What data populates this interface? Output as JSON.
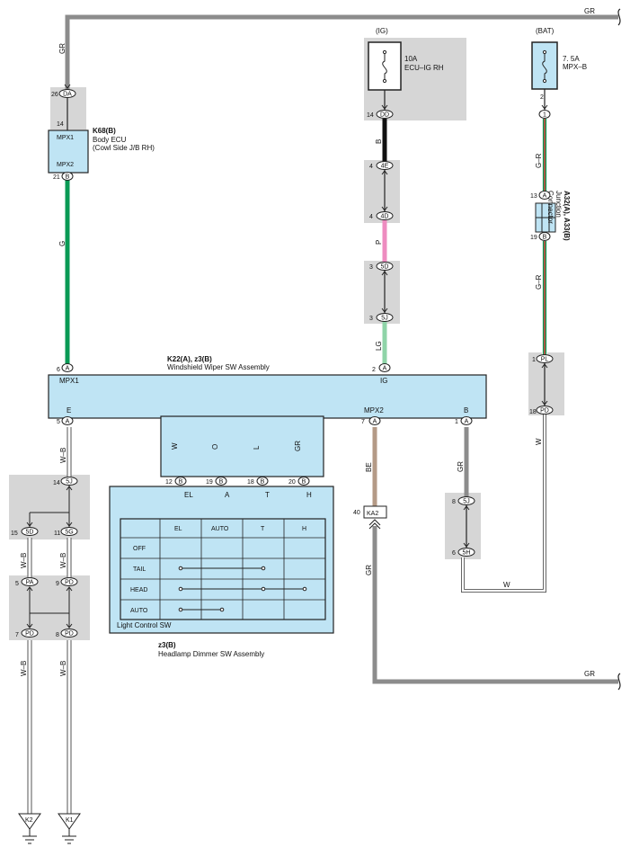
{
  "wire_labels": {
    "gr": "GR",
    "g": "G",
    "b": "B",
    "p": "P",
    "lg": "LG",
    "gr2": "G–R",
    "w": "W",
    "wb": "W–B",
    "be": "BE",
    "o": "O",
    "l": "L"
  },
  "power": {
    "ig_label": "(IG)",
    "ig_fuse": "10A",
    "ig_fuse_name": "ECU–IG RH",
    "bat_label": "(BAT)",
    "bat_fuse": "7. 5A",
    "bat_fuse_name": "MPX–B"
  },
  "body_ecu": {
    "code": "K68(B)",
    "name": "Body ECU",
    "location": "(Cowl Side J/B RH)",
    "mpx1": "MPX1",
    "mpx2": "MPX2"
  },
  "junction": {
    "code": "A32(A), A33(B)",
    "name1": "Junction",
    "name2": "Connector"
  },
  "wiper_sw": {
    "code": "K22(A), z3(B)",
    "name": "Windshield Wiper SW Assembly",
    "pin_mpx1": "MPX1",
    "pin_ig": "IG",
    "pin_e": "E",
    "pin_mpx2": "MPX2",
    "pin_b": "B"
  },
  "light_sw": {
    "name": "Light Control SW",
    "pin_el": "EL",
    "pin_a": "A",
    "pin_t": "T",
    "pin_h": "H",
    "cols": [
      "EL",
      "AUTO",
      "T",
      "H"
    ],
    "rows": [
      "OFF",
      "TAIL",
      "HEAD",
      "AUTO"
    ]
  },
  "dimmer": {
    "code": "z3(B)",
    "name": "Headlamp Dimmer SW Assembly"
  },
  "connectors": {
    "da": "DA",
    "dd": "DD",
    "b": "B",
    "a": "A",
    "c4e": "4E",
    "c4d": "4D",
    "c5d": "5D",
    "c5j": "5J",
    "pl": "PL",
    "pd": "PD",
    "c5g": "5G",
    "pa": "PA",
    "c5h": "5H",
    "ka2": "KA2",
    "one": "1"
  },
  "pins": {
    "p26": "26",
    "p14": "14",
    "p21": "21",
    "p2": "2",
    "p4": "4",
    "p3": "3",
    "p13": "13",
    "p19": "19",
    "p1": "1",
    "p18": "18",
    "p6": "6",
    "p5": "5",
    "p7": "7",
    "p12": "12",
    "p20": "20",
    "p15": "15",
    "p11": "11",
    "p9": "9",
    "p8": "8",
    "p40": "40"
  },
  "grounds": {
    "k1": "K1",
    "k2": "K2"
  },
  "colors": {
    "gray_wire": "#8c8c8c",
    "green_wire": "#0a9a55",
    "black_wire": "#111111",
    "pink_wire": "#ee8cc0",
    "lightgreen_wire": "#8fd4a8",
    "orange_wire": "#f08a1c",
    "blue_wire": "#1ea0e0",
    "beige_wire": "#b49a86",
    "component_fill": "#bfe4f4",
    "shade": "#d6d6d6"
  }
}
